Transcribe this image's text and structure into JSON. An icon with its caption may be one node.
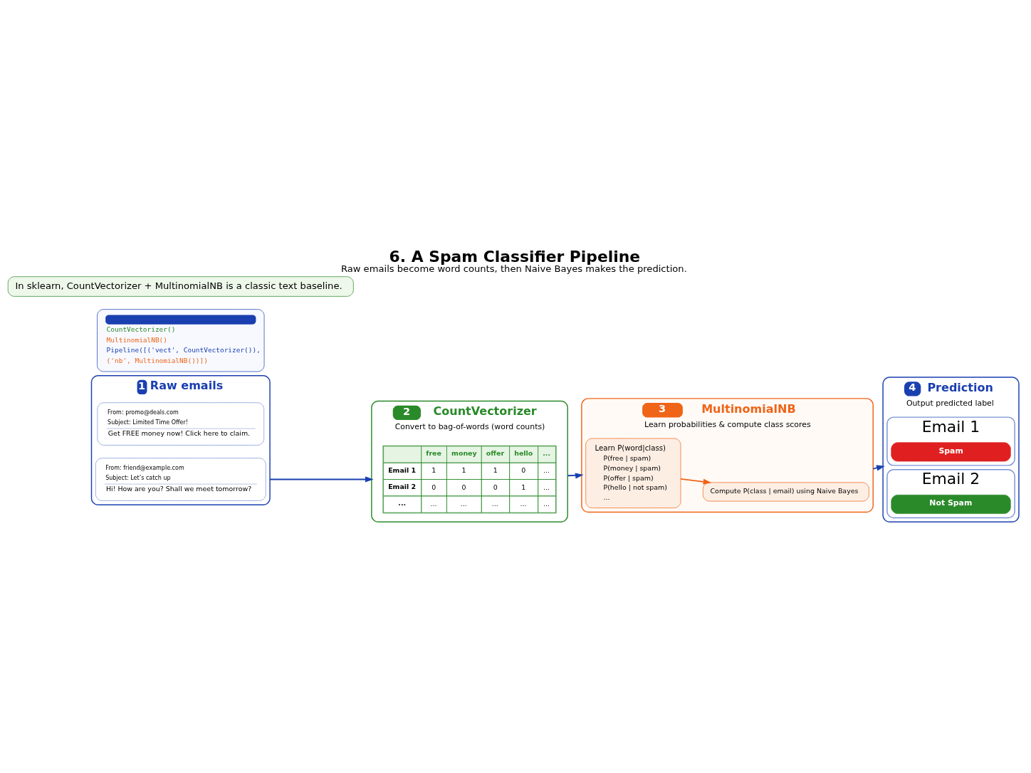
{
  "diagram": {
    "title": "6. A Spam Classifier Pipeline",
    "caption": "Raw emails become word counts, then Naive Bayes makes the prediction.",
    "nodes": [
      {
        "text": [
          "1",
          "Raw emails"
        ]
      },
      {
        "text": [
          "From: promo@deals.com",
          "Subject: Limited Time Offer!",
          "Get FREE money now! Click here to claim."
        ],
        "in": 0
      },
      {
        "text": [
          "From: friend@example.com",
          "Subject: Let’s catch up",
          "Hi! How are you? Shall we meet tomorrow?"
        ],
        "in": 0
      },
      {
        "text": [
          "2",
          "CountVectorizer",
          "Convert to bag-of-words (word counts)"
        ]
      },
      {
        "text": [
          "3",
          "MultinomialNB",
          "Learn probabilities & compute class scores"
        ]
      },
      {
        "text": [
          "Learn P(word|class)",
          "P(free | spam)",
          "P(money | spam)",
          "P(offer | spam)",
          "P(hello | not spam)",
          "..."
        ],
        "in": 4
      },
      {
        "text": [
          "Compute P(class | email) using Naive Bayes"
        ],
        "in": 4
      },
      {
        "text": [
          "4",
          "Prediction",
          "Output predicted label"
        ]
      },
      {
        "text": [
          "Email 1"
        ],
        "in": 7
      },
      {
        "text": [
          "Spam"
        ],
        "in": 8
      },
      {
        "text": [
          "Email 2"
        ],
        "in": 7
      },
      {
        "text": [
          "Not Spam"
        ],
        "in": 10
      },
      {
        "text": [
          "CountVectorizer()",
          "MultinomialNB()",
          "Pipeline([('vect', CountVectorizer()),",
          "('nb', MultinomialNB())])"
        ]
      },
      {
        "text": [
          "In sklearn, CountVectorizer + MultinomialNB is a classic text baseline."
        ]
      }
    ],
    "edges": [
      {
        "from": 0,
        "to": 3,
        "arrow": "to"
      },
      {
        "from": 3,
        "to": 4,
        "arrow": "to"
      },
      {
        "from": 5,
        "to": 6,
        "arrow": "to",
        "color": "#f06418"
      },
      {
        "from": 4,
        "to": 7,
        "arrow": "to"
      }
    ],
    "labels": [
      "free",
      "money",
      "offer",
      "hello",
      "...",
      "Email 1",
      "1",
      "1",
      "1",
      "0",
      "...",
      "Email 2",
      "0",
      "0",
      "0",
      "1",
      "...",
      "...",
      "...",
      "...",
      "...",
      "...",
      "..."
    ]
  }
}
